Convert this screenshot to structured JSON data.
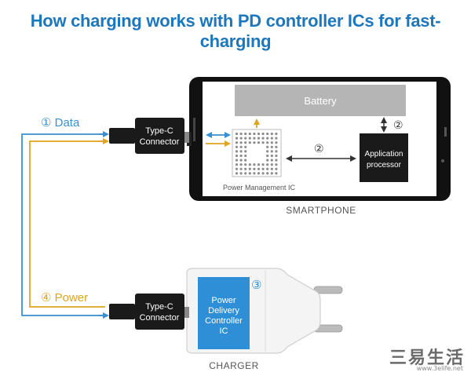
{
  "title": "How charging works with PD controller ICs for fast-charging",
  "labels": {
    "data": "① Data",
    "power": "④ Power",
    "typec_phone_1": "Type-C",
    "typec_phone_2": "Connector",
    "typec_charger_1": "Type-C",
    "typec_charger_2": "Connector",
    "battery": "Battery",
    "pmic": "Power Management IC",
    "ap_1": "Application",
    "ap_2": "processor",
    "step2_battery": "②",
    "step2_ap": "②",
    "step3": "③",
    "pd_1": "Power",
    "pd_2": "Delivery",
    "pd_3": "Controller",
    "pd_4": "IC",
    "smartphone": "SMARTPHONE",
    "charger": "CHARGER"
  },
  "colors": {
    "title": "#1d77bd",
    "data_line": "#3a8fd0",
    "power_line": "#e0a521",
    "pd_box": "#2e8fd6",
    "battery": "#b5b5b5",
    "chip_dark": "#1a1a1a"
  },
  "watermark": "三易生活",
  "watermark_url": "www.3elife.net"
}
